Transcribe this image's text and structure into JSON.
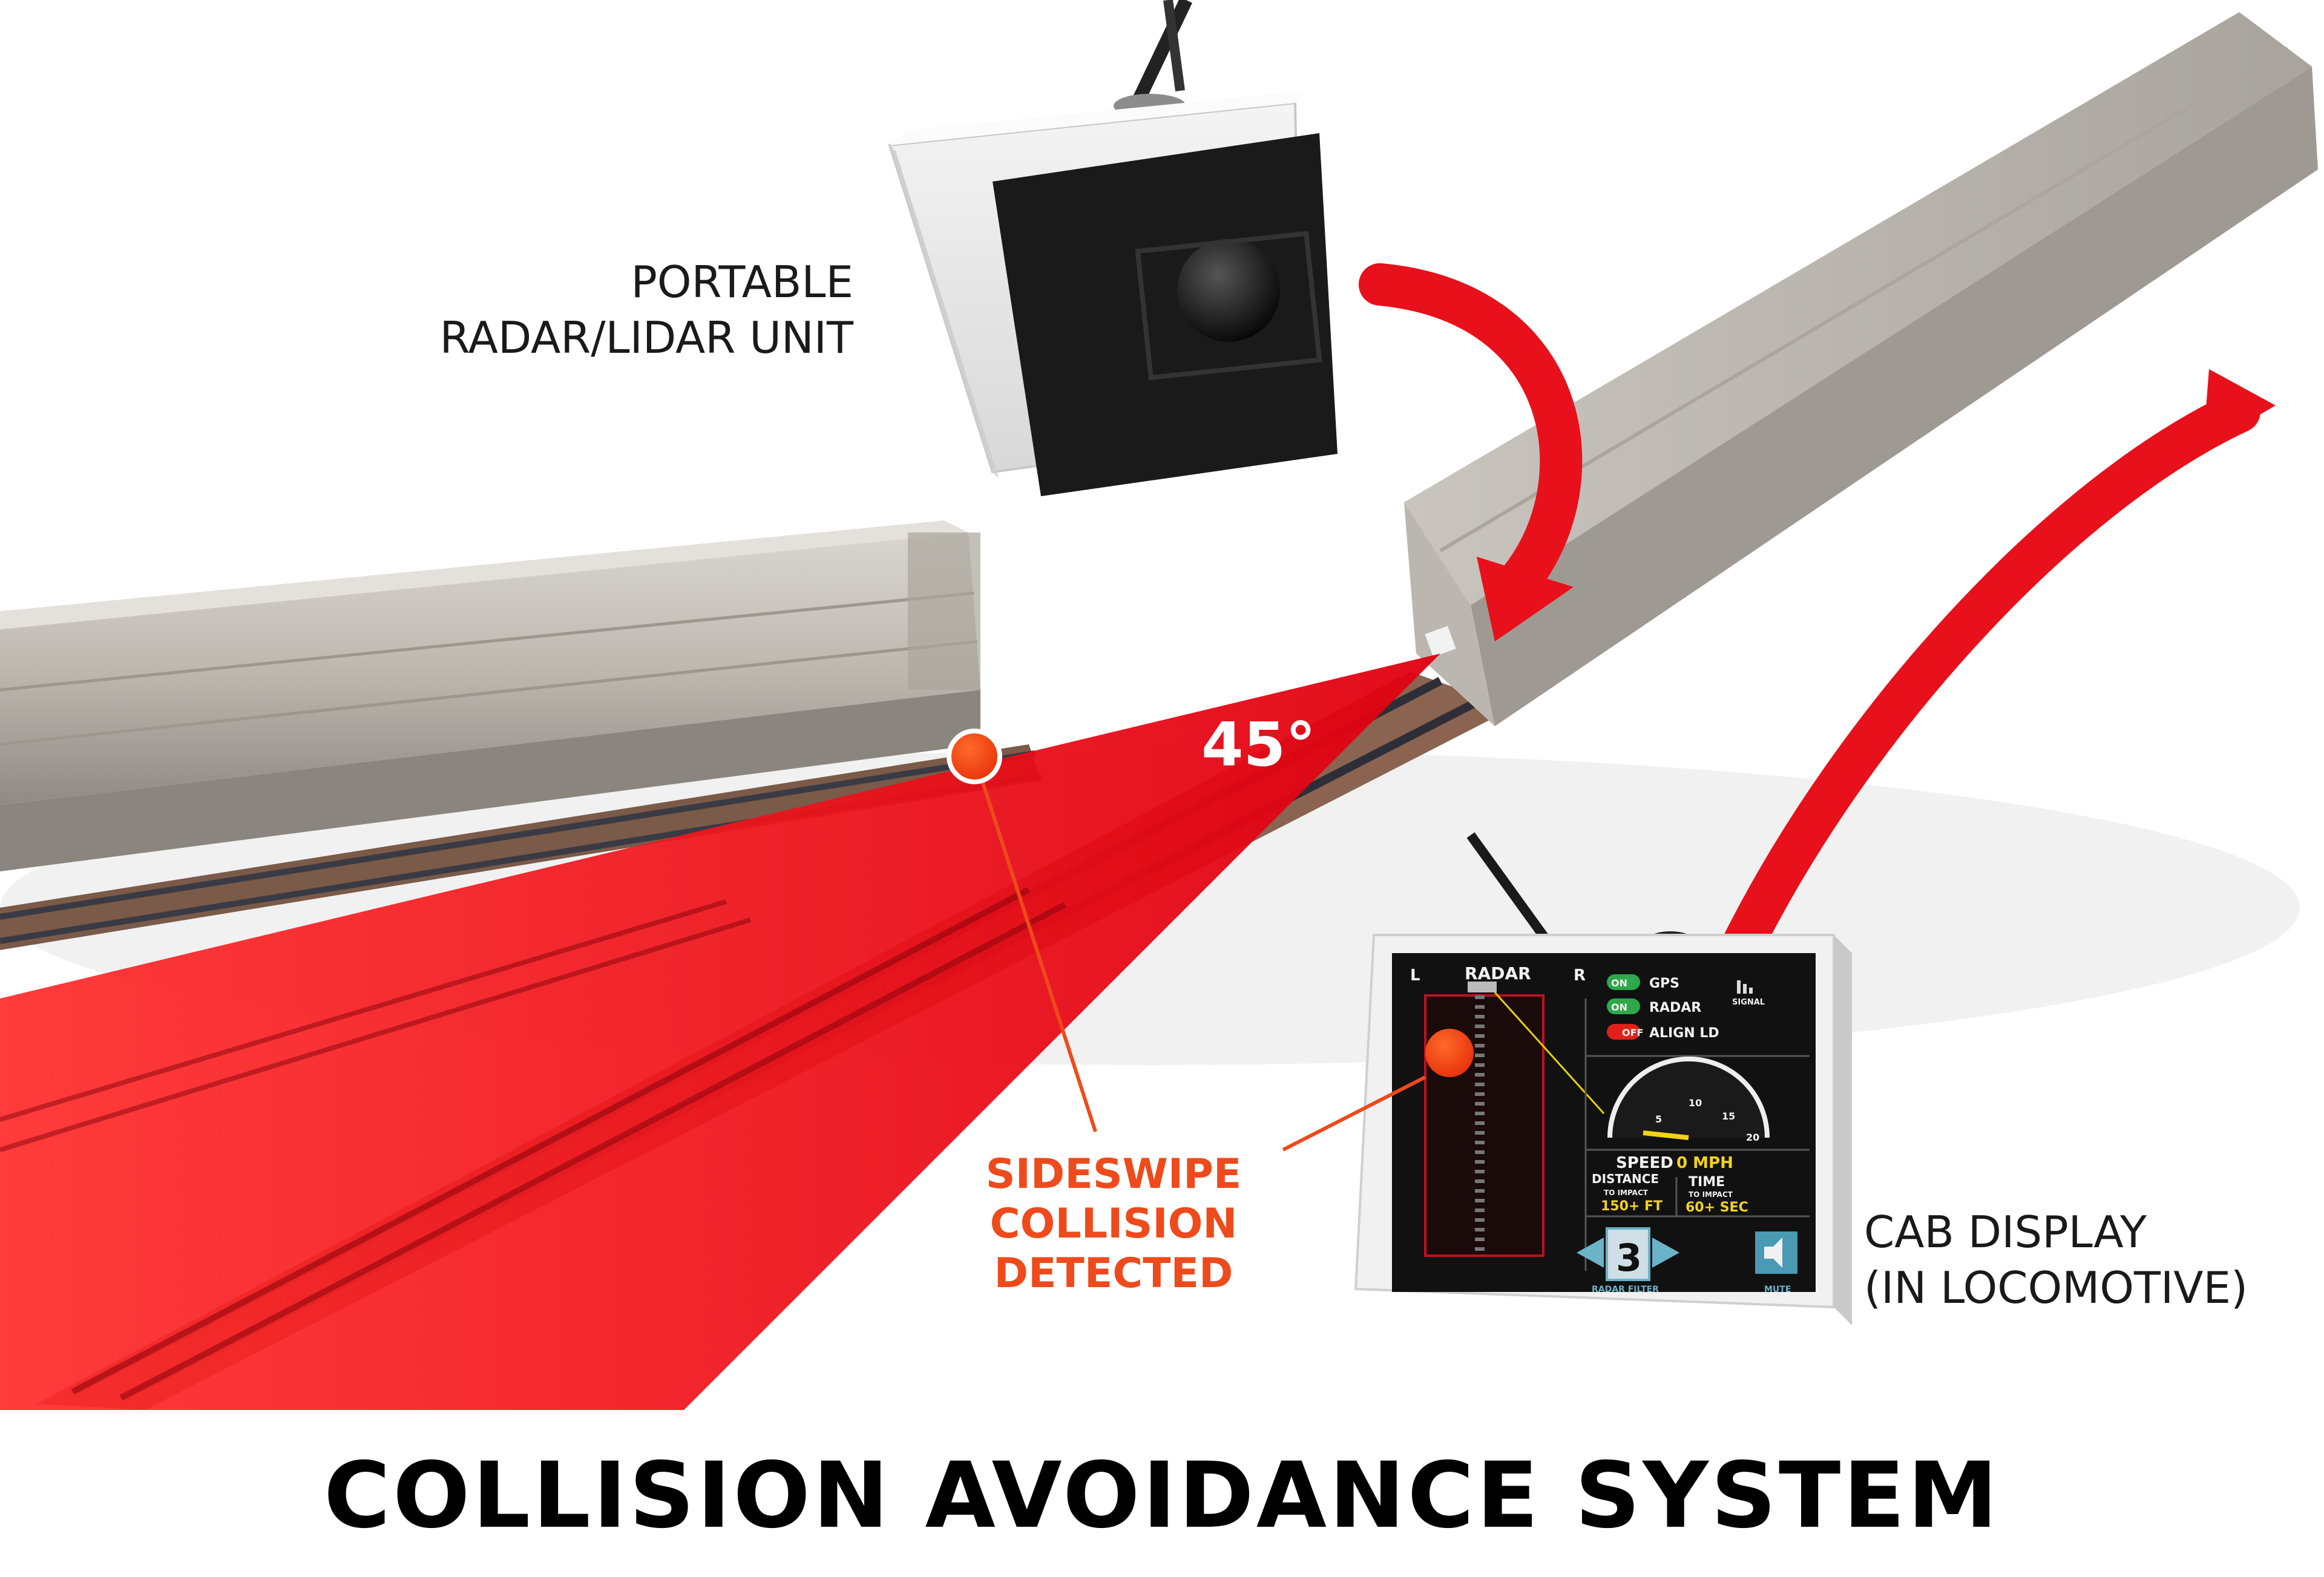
{
  "title": "COLLISION AVOIDANCE SYSTEM",
  "labels": {
    "portable_line1": "PORTABLE",
    "portable_line2": "RADAR/LIDAR UNIT",
    "cab_line1": "CAB DISPLAY",
    "cab_line2": "(IN LOCOMOTIVE)",
    "sideswipe_line1": "SIDESWIPE",
    "sideswipe_line2": "COLLISION",
    "sideswipe_line3": "DETECTED",
    "angle": "45°"
  },
  "cab_display": {
    "left_marker": "L",
    "right_marker": "R",
    "radar_heading": "RADAR",
    "signal_label": "SIGNAL",
    "toggles": [
      {
        "state": "ON",
        "name": "GPS"
      },
      {
        "state": "ON",
        "name": "RADAR"
      },
      {
        "state": "OFF",
        "name": "ALIGN LD"
      }
    ],
    "gauge_ticks": [
      "5",
      "10",
      "15",
      "20"
    ],
    "speed_label": "SPEED",
    "speed_value": "0 MPH",
    "distance_label": "DISTANCE",
    "distance_sub": "TO IMPACT",
    "distance_value": "150+ FT",
    "time_label": "TIME",
    "time_sub": "TO IMPACT",
    "time_value": "60+ SEC",
    "filter_value": "3",
    "filter_label": "RADAR FILTER",
    "mute_label": "MUTE"
  },
  "colors": {
    "beam": "#e8101a",
    "accent_orange": "#ee4a1c",
    "toggle_on": "#2ea84a",
    "toggle_off": "#e0201a",
    "readout_yellow": "#f3d21a",
    "screen_bg": "#111111"
  }
}
